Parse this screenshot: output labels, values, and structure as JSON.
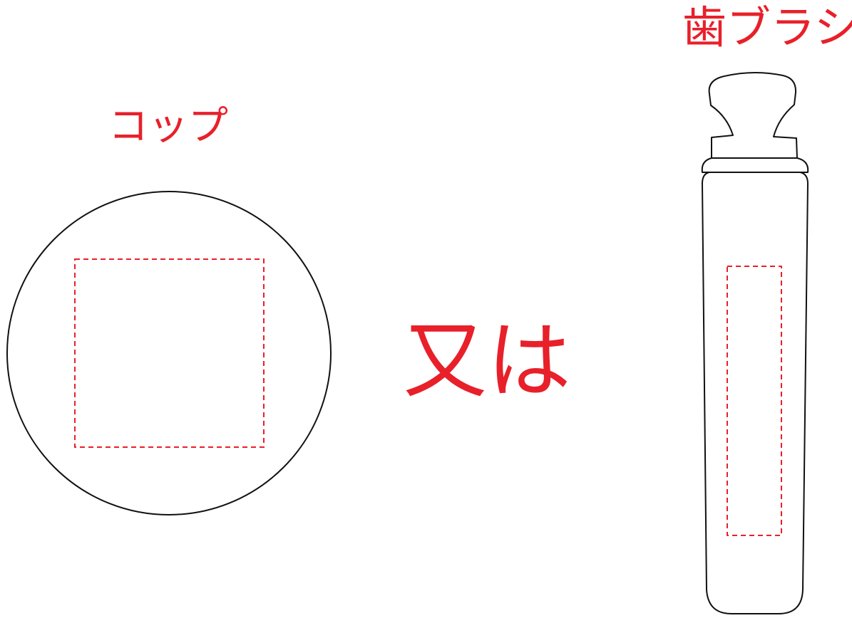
{
  "cup": {
    "label": "コップ"
  },
  "toothbrush": {
    "label": "歯ブラシ"
  },
  "connector": {
    "text": "又は"
  },
  "colors": {
    "label": "#e8202a",
    "print_area": "#e8202a",
    "outline": "#111111"
  }
}
